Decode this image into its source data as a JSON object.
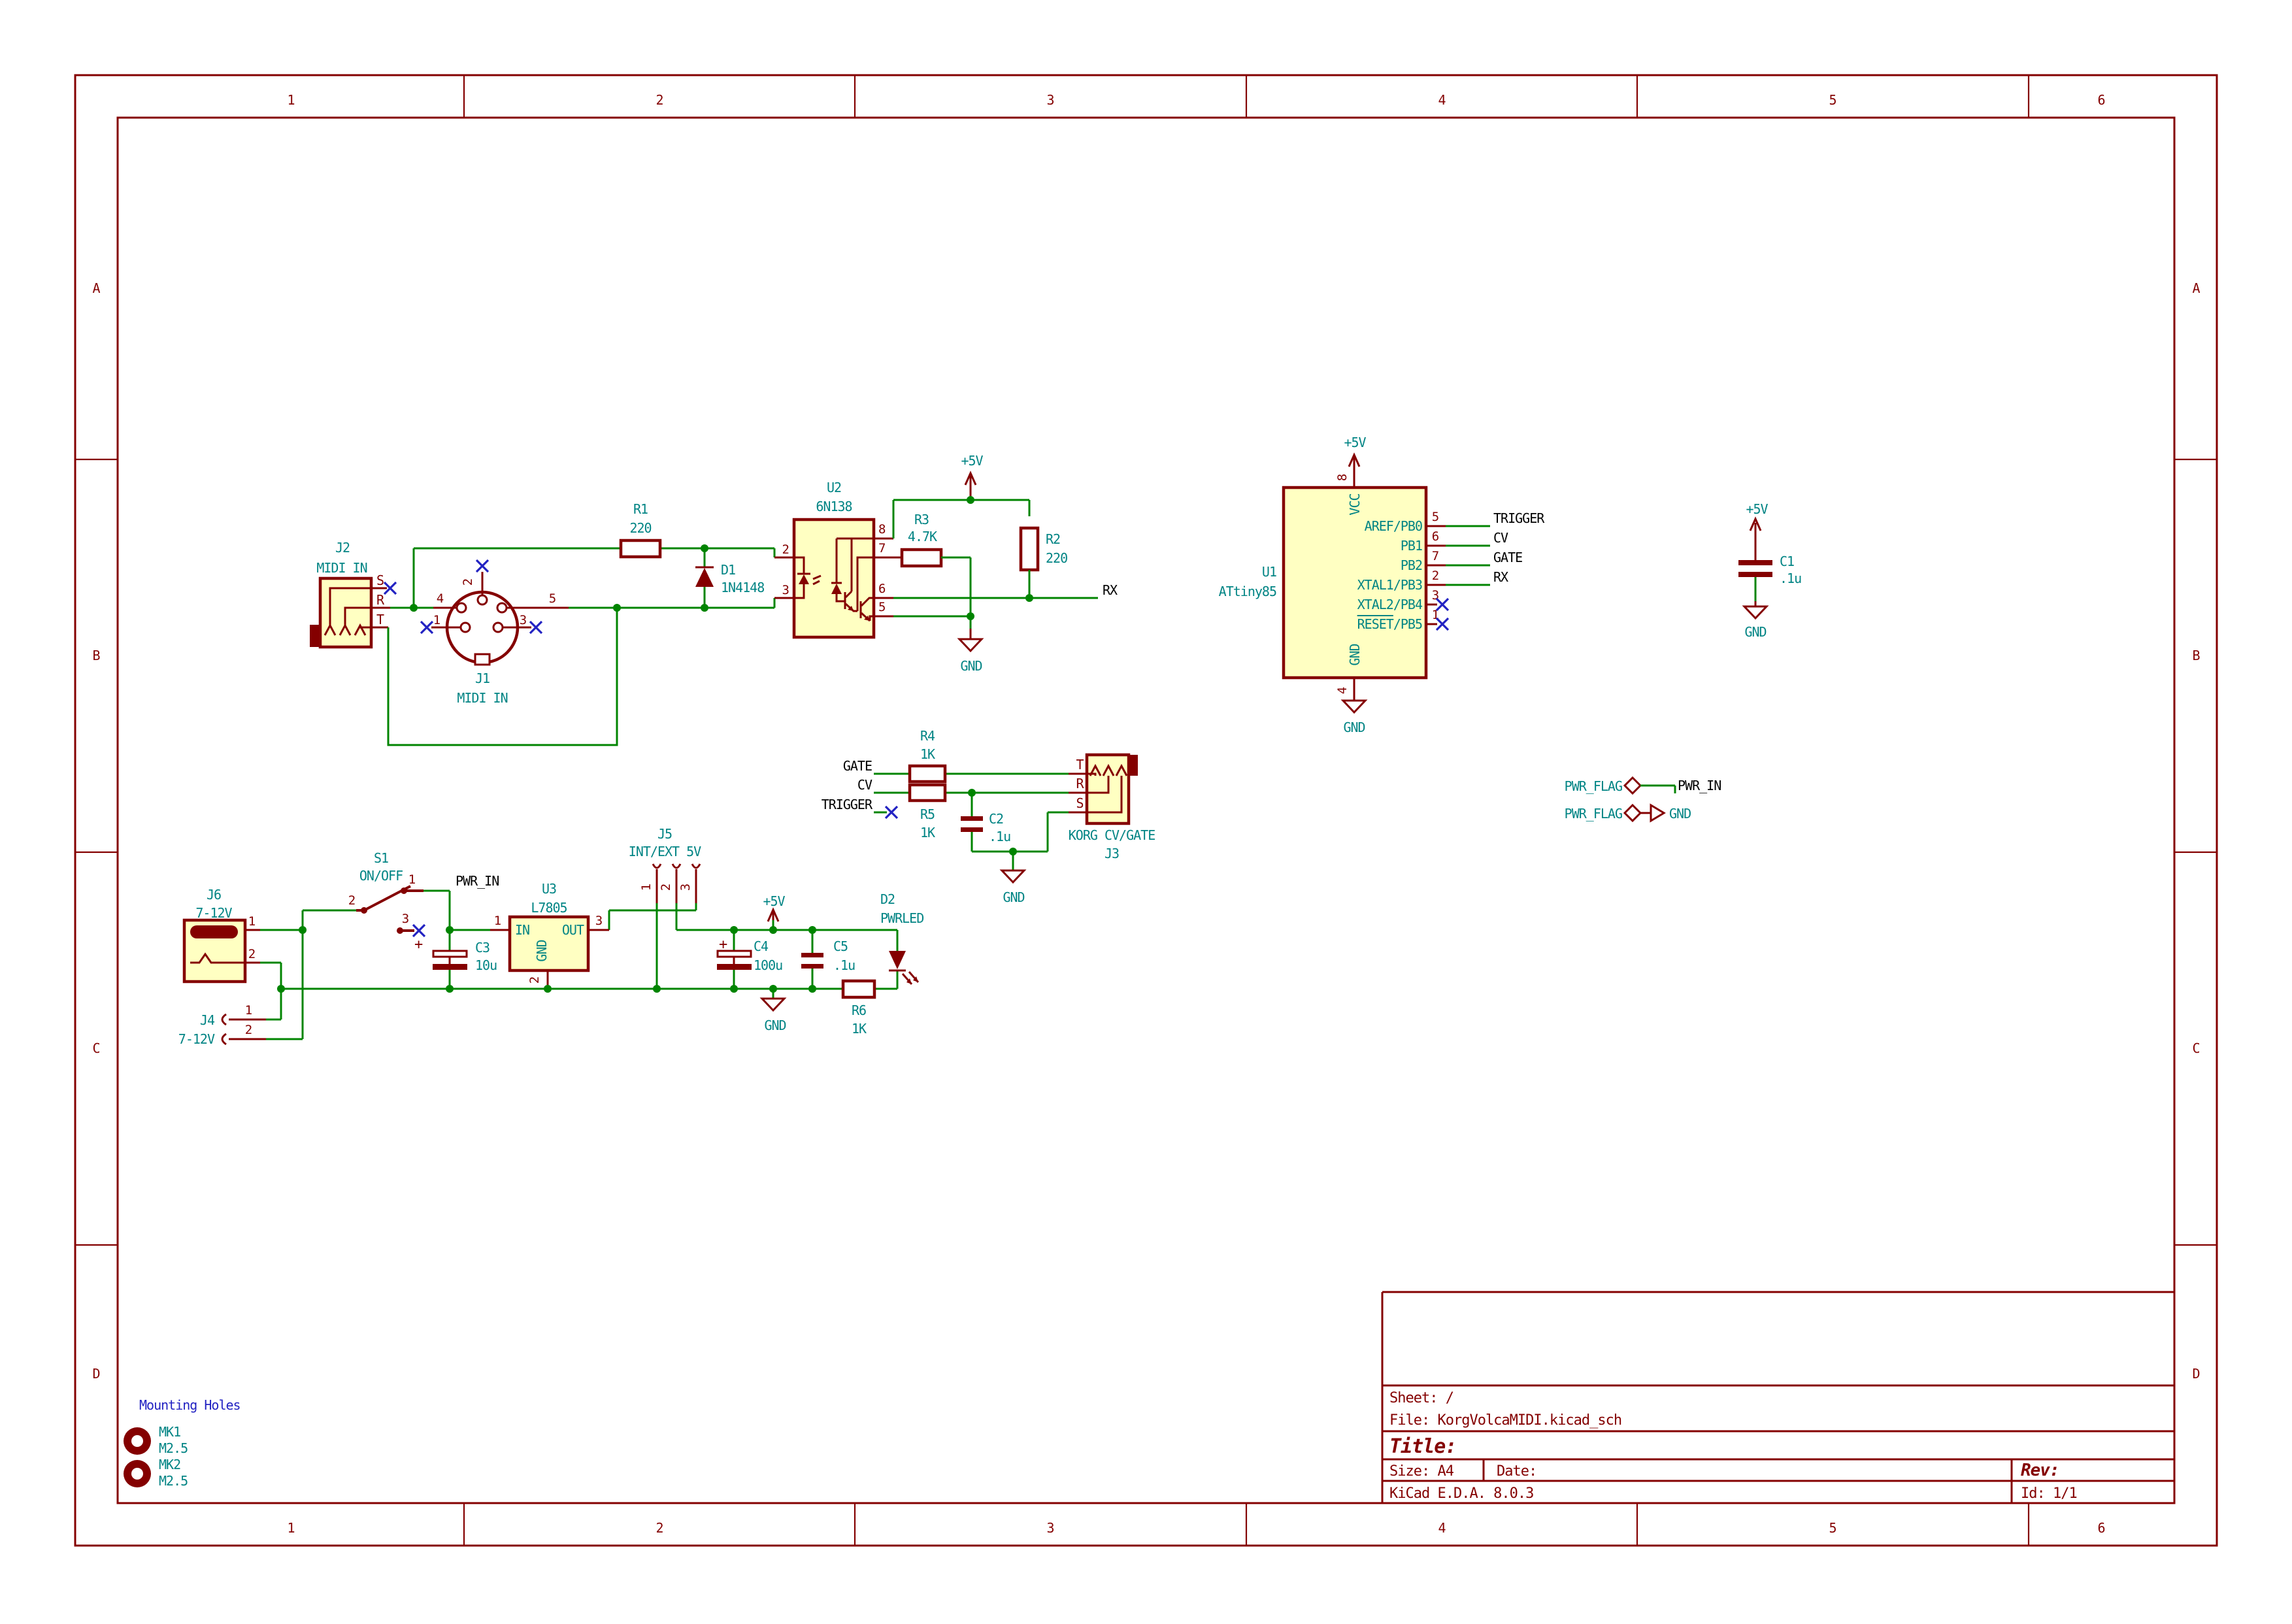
{
  "frame": {
    "cols": [
      "1",
      "2",
      "3",
      "4",
      "5",
      "6"
    ],
    "rows": [
      "A",
      "B",
      "C",
      "D"
    ]
  },
  "title_block": {
    "sheet": "Sheet: /",
    "file": "File: KorgVolcaMIDI.kicad_sch",
    "title": "Title:",
    "size": "Size: A4",
    "date": "Date:",
    "rev": "Rev:",
    "generator": "KiCad E.D.A. 8.0.3",
    "sheet_id": "Id: 1/1"
  },
  "power": {
    "plus5v": "+5V",
    "gnd": "GND",
    "pwr_flag": "PWR_FLAG"
  },
  "nets": {
    "trigger": "TRIGGER",
    "cv": "CV",
    "gate": "GATE",
    "rx": "RX",
    "pwr_in": "PWR_IN"
  },
  "notes": {
    "mounting_holes": "Mounting Holes"
  },
  "components": {
    "j2": {
      "ref": "J2",
      "value": "MIDI IN",
      "pin_s": "S",
      "pin_r": "R",
      "pin_t": "T"
    },
    "j1": {
      "ref": "J1",
      "value": "MIDI IN",
      "p1": "1",
      "p2": "2",
      "p3": "3",
      "p4": "4",
      "p5": "5"
    },
    "r1": {
      "ref": "R1",
      "value": "220"
    },
    "d1": {
      "ref": "D1",
      "value": "1N4148"
    },
    "u2": {
      "ref": "U2",
      "value": "6N138",
      "p2": "2",
      "p3": "3",
      "p5": "5",
      "p6": "6",
      "p7": "7",
      "p8": "8"
    },
    "r2": {
      "ref": "R2",
      "value": "220"
    },
    "r3": {
      "ref": "R3",
      "value": "4.7K"
    },
    "u1": {
      "ref": "U1",
      "value": "ATtiny85",
      "p8": "8",
      "p4": "4",
      "vcc": "VCC",
      "gnd": "GND",
      "names": [
        "AREF/PB0",
        "PB1",
        "PB2",
        "XTAL1/PB3",
        "XTAL2/PB4"
      ],
      "reset_name": "RESET",
      "reset_suffix": "/PB5",
      "nums": [
        "5",
        "6",
        "7",
        "2",
        "3",
        "1"
      ]
    },
    "c1": {
      "ref": "C1",
      "value": ".1u"
    },
    "r4": {
      "ref": "R4",
      "value": "1K"
    },
    "r5": {
      "ref": "R5",
      "value": "1K"
    },
    "c2": {
      "ref": "C2",
      "value": ".1u"
    },
    "j3": {
      "ref": "J3",
      "value": "KORG CV/GATE",
      "pin_t": "T",
      "pin_r": "R",
      "pin_s": "S"
    },
    "j6": {
      "ref": "J6",
      "value": "7-12V",
      "p1": "1",
      "p2": "2"
    },
    "j4": {
      "ref": "J4",
      "value": "7-12V",
      "p1": "1",
      "p2": "2"
    },
    "s1": {
      "ref": "S1",
      "value": "ON/OFF",
      "p1": "1",
      "p2": "2",
      "p3": "3"
    },
    "c3": {
      "ref": "C3",
      "value": "10u",
      "plus": "+"
    },
    "u3": {
      "ref": "U3",
      "value": "L7805",
      "pin_in": "IN",
      "pin_out": "OUT",
      "pin_gnd": "GND",
      "p1": "1",
      "p2": "2",
      "p3": "3"
    },
    "j5": {
      "ref": "J5",
      "value": "INT/EXT 5V",
      "p1": "1",
      "p2": "2",
      "p3": "3"
    },
    "c4": {
      "ref": "C4",
      "value": "100u",
      "plus": "+"
    },
    "c5": {
      "ref": "C5",
      "value": ".1u"
    },
    "d2": {
      "ref": "D2",
      "value": "PWRLED"
    },
    "r6": {
      "ref": "R6",
      "value": "1K"
    },
    "mk1": {
      "ref": "MK1",
      "value": "M2.5"
    },
    "mk2": {
      "ref": "MK2",
      "value": "M2.5"
    }
  },
  "colors": {
    "wire": "#008400",
    "symbol": "#840000",
    "symbol_fill": "#FFFFC2",
    "field": "#008484",
    "net_label": "#000000",
    "no_connect": "#2222C2",
    "note_text": "#2222C2",
    "background": "#FFFFFF"
  }
}
